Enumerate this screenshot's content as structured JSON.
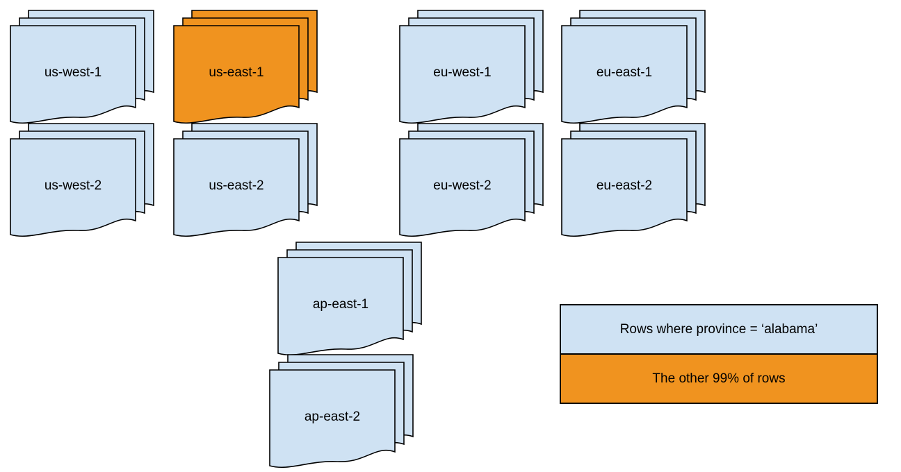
{
  "diagram": {
    "stacks": [
      {
        "label": "us-west-1",
        "variant": "blue"
      },
      {
        "label": "us-east-1",
        "variant": "orange"
      },
      {
        "label": "eu-west-1",
        "variant": "blue"
      },
      {
        "label": "eu-east-1",
        "variant": "blue"
      },
      {
        "label": "us-west-2",
        "variant": "blue"
      },
      {
        "label": "us-east-2",
        "variant": "blue"
      },
      {
        "label": "eu-west-2",
        "variant": "blue"
      },
      {
        "label": "eu-east-2",
        "variant": "blue"
      },
      {
        "label": "ap-east-1",
        "variant": "blue"
      },
      {
        "label": "ap-east-2",
        "variant": "blue"
      }
    ],
    "legend": {
      "items": [
        {
          "label": "Rows where province = ‘alabama’",
          "color": "#cfe2f3"
        },
        {
          "label": "The other 99% of rows",
          "color": "#f0931f"
        }
      ]
    },
    "colors": {
      "blue": "#cfe2f3",
      "orange": "#f0931f",
      "stroke": "#000000"
    }
  }
}
